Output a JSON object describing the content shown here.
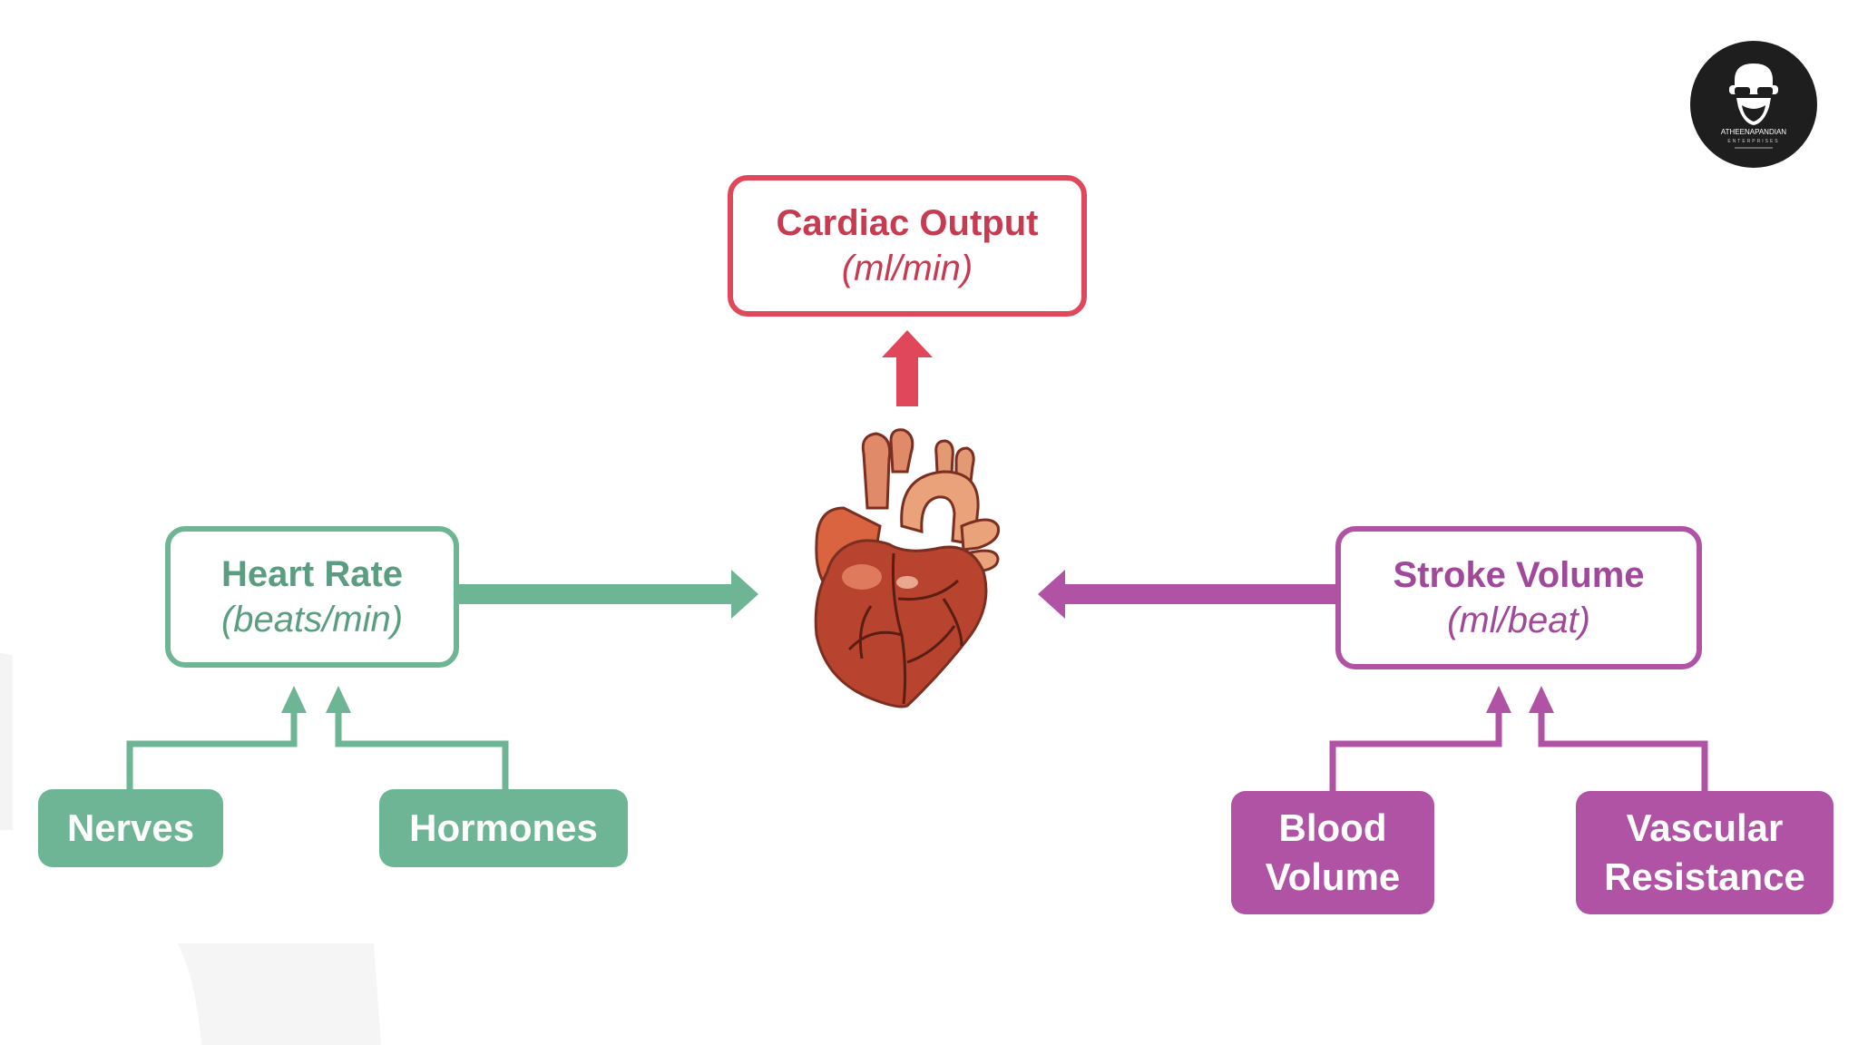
{
  "cardiac_output": {
    "title": "Cardiac Output",
    "unit": "(ml/min)"
  },
  "heart_rate": {
    "title": "Heart Rate",
    "unit": "(beats/min)"
  },
  "stroke_volume": {
    "title": "Stroke Volume",
    "unit": "(ml/beat)"
  },
  "heart_rate_factors": [
    "Nerves",
    "Hormones"
  ],
  "stroke_volume_factors": [
    "Blood\nVolume",
    "Vascular\nResistance"
  ],
  "logo": {
    "text_main": "ATHEENAPANDIAN",
    "text_sub": "ENTERPRISES"
  },
  "colors": {
    "cardiac": "#e0475b",
    "heart_rate": "#6db595",
    "stroke_volume": "#b153a4",
    "heart": "#c4553e"
  },
  "icons": [
    "heart-icon",
    "logo-icon"
  ]
}
